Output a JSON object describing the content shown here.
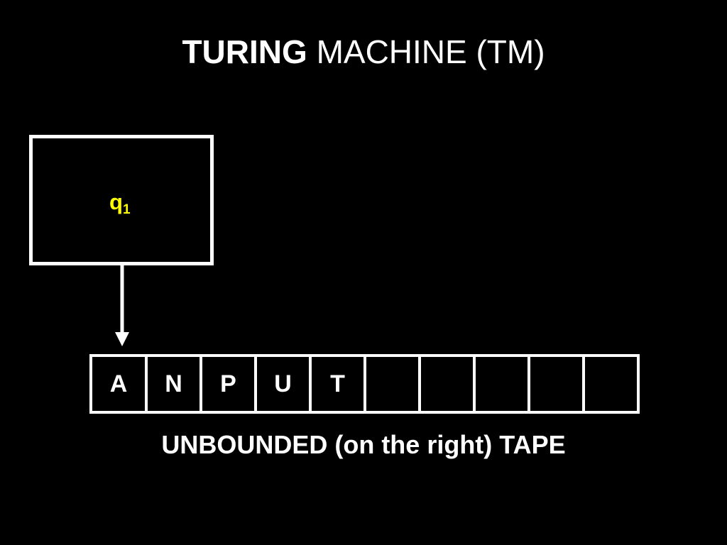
{
  "title": {
    "bold_part": "TURING",
    "regular_part": "MACHINE (TM)"
  },
  "state": {
    "symbol": "q",
    "subscript": "1"
  },
  "tape": {
    "cells": [
      "A",
      "N",
      "P",
      "U",
      "T",
      "",
      "",
      "",
      "",
      ""
    ],
    "caption": "UNBOUNDED (on the right) TAPE"
  },
  "colors": {
    "background": "#000000",
    "foreground": "#ffffff",
    "state_label": "#ffff00"
  }
}
